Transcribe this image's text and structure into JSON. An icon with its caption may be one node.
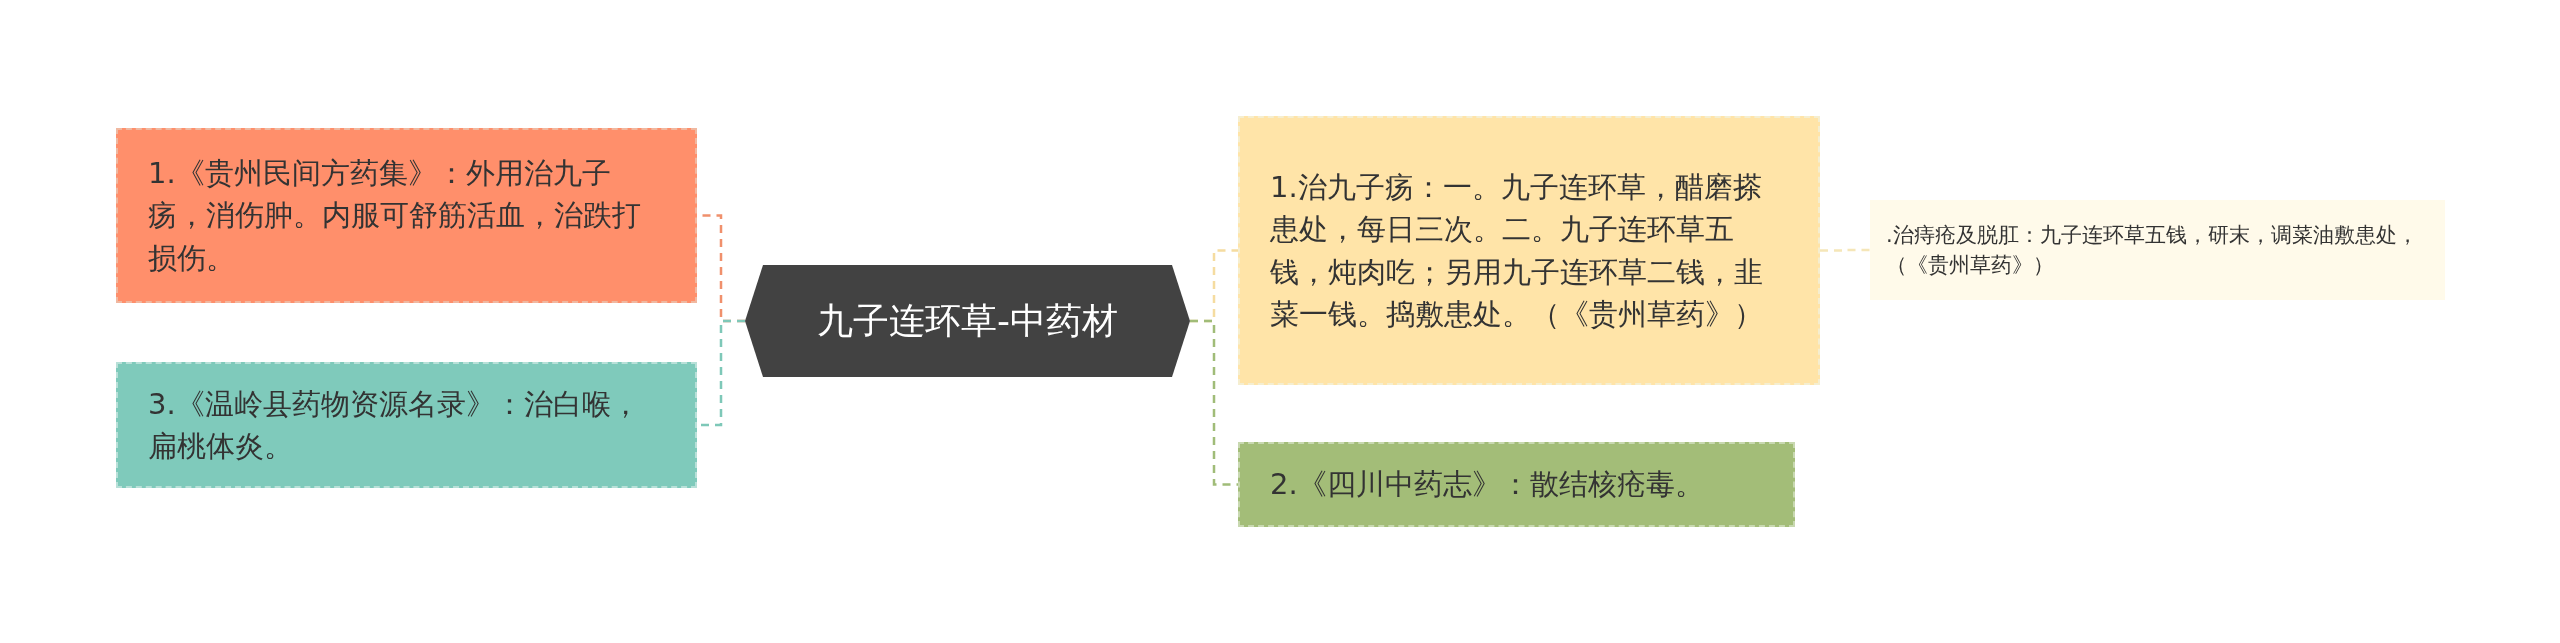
{
  "diagram": {
    "nodes": [
      {
        "text": [
          "九子连环草-中药材"
        ]
      },
      {
        "text": [
          "1.《贵州民间方药集》：外用治九子疡，消伤肿。内服可舒筋活血，治跌打损伤。"
        ]
      },
      {
        "text": [
          "3.《温岭县药物资源名录》：治白喉，扁桃体炎。"
        ]
      },
      {
        "text": [
          "1.治九子疡：一。九子连环草，醋磨搽患处，每日三次。二。九子连环草五钱，炖肉吃；另用九子连环草二钱，韭菜一钱。捣敷患处。（《贵州草药》）"
        ]
      },
      {
        "text": [
          ".治痔疮及脱肛：九子连环草五钱，研末，调菜油敷患处，（《贵州草药》）"
        ]
      },
      {
        "text": [
          "2.《四川中药志》：散结核疮毒。"
        ]
      }
    ],
    "edges": [
      {
        "from": 0,
        "to": 1,
        "arrow": "none",
        "style": "dashed",
        "color": "#f0906c"
      },
      {
        "from": 0,
        "to": 2,
        "arrow": "none",
        "style": "dashed",
        "color": "#7ec8b8"
      },
      {
        "from": 0,
        "to": 3,
        "arrow": "none",
        "style": "dashed",
        "color": "#f5dca0"
      },
      {
        "from": 3,
        "to": 4,
        "arrow": "none",
        "style": "dashed",
        "color": "#f5e6b8"
      },
      {
        "from": 0,
        "to": 5,
        "arrow": "none",
        "style": "dashed",
        "color": "#a0bc78"
      }
    ]
  }
}
